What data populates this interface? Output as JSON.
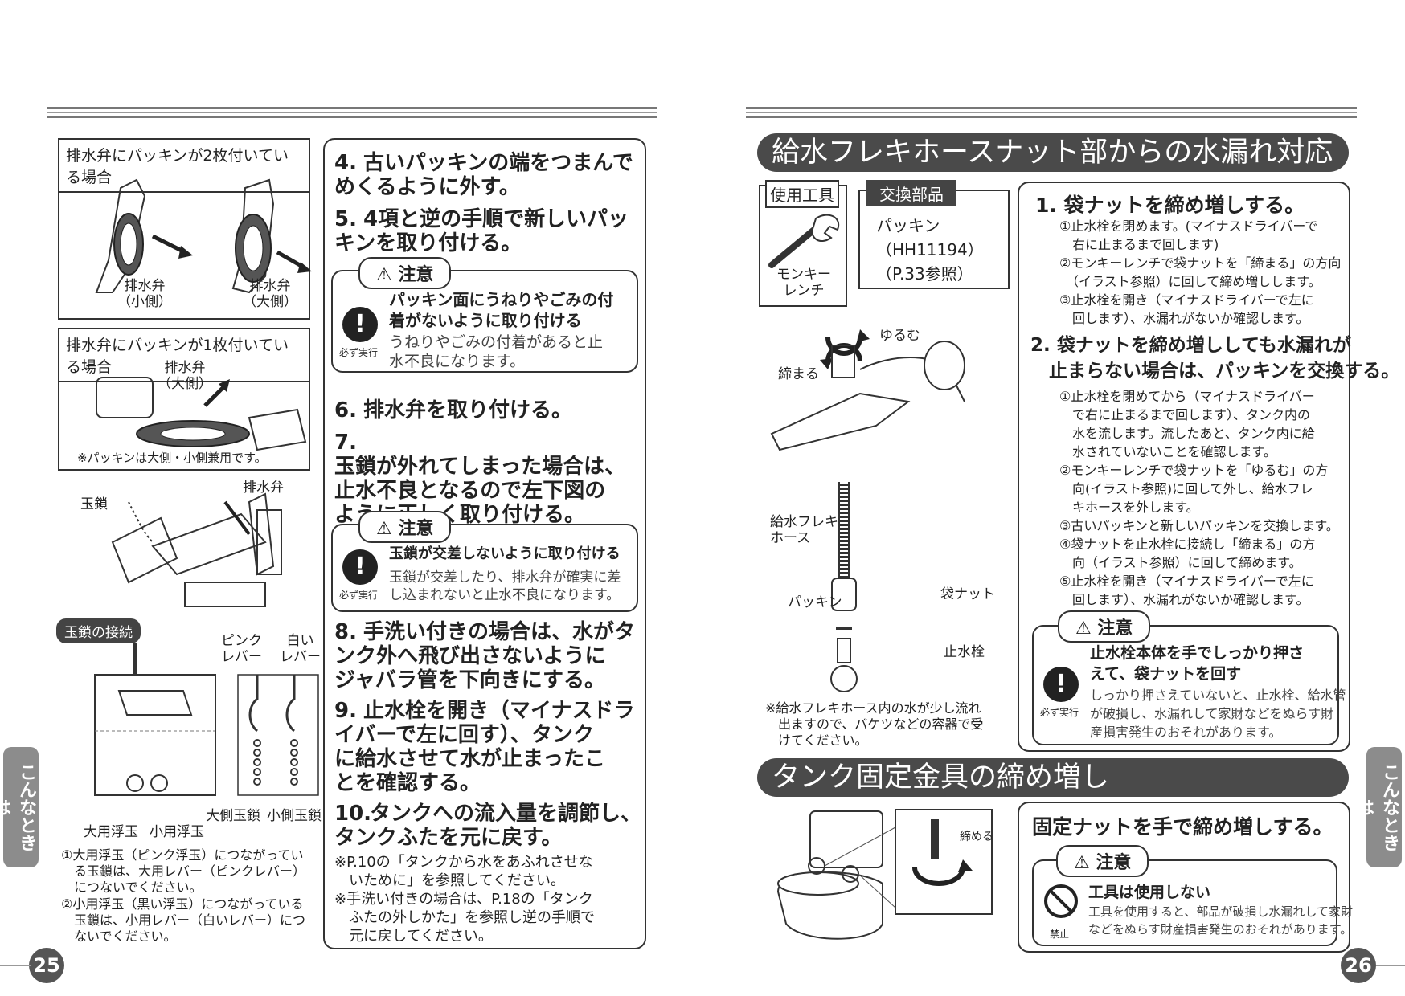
{
  "left": {
    "box1_title": "排水弁にパッキンが2枚付いている場合",
    "box1_label_small": "排水弁\n（小側）",
    "box1_label_large": "排水弁\n（大側）",
    "box2_title": "排水弁にパッキンが1枚付いている場合",
    "box2_label": "排水弁\n（大側）",
    "box2_note": "※パッキンは大側・小側兼用です。",
    "chain_label": "玉鎖",
    "valve_label": "排水弁",
    "connection_tag": "玉鎖の接続",
    "pink_lever": "ピンク\nレバー",
    "white_lever": "白い\nレバー",
    "large_chain": "大側玉鎖",
    "small_chain": "小側玉鎖",
    "large_float": "大用浮玉",
    "small_float": "小用浮玉",
    "note1": "①大用浮玉（ピンク浮玉）につながってい\n　る玉鎖は、大用レバー（ピンクレバー）\n　につないでください。",
    "note2": "②小用浮玉（黒い浮玉）につながっている\n　玉鎖は、小用レバー（白いレバー）につ\n　ないでください。",
    "page_number": "25",
    "side_tab": "こんなときは",
    "step4": {
      "num": "4.",
      "text": "古いパッキンの端をつまんで\nめくるように外す。"
    },
    "step5": {
      "num": "5.",
      "text": "4項と逆の手順で新しいパッ\nキンを取り付ける。"
    },
    "caution1": {
      "tab": "⚠ 注意",
      "bold": "パッキン面にうねりやごみの付\n着がないように取り付ける",
      "body": "うねりやごみの付着があると止\n水不良になります。",
      "mark_label": "必ず実行"
    },
    "step6": {
      "num": "6.",
      "text": "排水弁を取り付ける。"
    },
    "step7": {
      "num": "7.",
      "text": "玉鎖が外れてしまった場合は、\n止水不良となるので左下図の\nように正しく取り付ける。"
    },
    "caution2": {
      "tab": "⚠ 注意",
      "bold": "玉鎖が交差しないように取り付ける",
      "body": "玉鎖が交差したり、排水弁が確実に差\nし込まれないと止水不良になります。",
      "mark_label": "必ず実行"
    },
    "step8": {
      "num": "8.",
      "text": "手洗い付きの場合は、水がタ\nンク外へ飛び出さないように\nジャバラ管を下向きにする。"
    },
    "step9": {
      "num": "9.",
      "text": "止水栓を開き（マイナスドラ\nイバーで左に回す）、タンク\nに給水させて水が止まったこ\nとを確認する。"
    },
    "step10": {
      "num": "10.",
      "text": "タンクへの流入量を調節し、\nタンクふたを元に戻す。"
    },
    "ref1": "※P.10の「タンクから水をあふれさせな\n　いために」を参照してください。",
    "ref2": "※手洗い付きの場合は、P.18の「タンク\n　ふたの外しかた」を参照し逆の手順で\n　元に戻してください。"
  },
  "right": {
    "title1": "給水フレキホースナット部からの水漏れ対応",
    "tool_tab": "使用工具",
    "tool_name": "モンキー\nレンチ",
    "parts_tab": "交換部品",
    "parts_text": "パッキン\n（HH11194）\n（P.33参照）",
    "loosen": "ゆるむ",
    "tighten": "締まる",
    "hose_label": "給水フレキ\nホース",
    "packing_label": "パッキン",
    "nut_label": "袋ナット",
    "stopcock_label": "止水栓",
    "hose_note": "※給水フレキホース内の水が少し流れ\n　出ますので、バケツなどの容器で受\n　けてください。",
    "s1_title": "1. 袋ナットを締め増しする。",
    "s1_items": [
      "①止水栓を閉めます。(マイナスドライバーで\n　右に止まるまで回します)",
      "②モンキーレンチで袋ナットを「締まる」の方向\n　（イラスト参照）に回して締め増しします。",
      "③止水栓を開き（マイナスドライバーで左に\n　回します）、水漏れがないか確認します。"
    ],
    "s2_title": "2. 袋ナットを締め増ししても水漏れが\n　止まらない場合は、パッキンを交換する。",
    "s2_items": [
      "①止水栓を閉めてから（マイナスドライバー\n　で右に止まるまで回します）、タンク内の\n　水を流します。流したあと、タンク内に給\n　水されていないことを確認します。",
      "②モンキーレンチで袋ナットを「ゆるむ」の方\n　向(イラスト参照)に回して外し、給水フレ\n　キホースを外します。",
      "③古いパッキンと新しいパッキンを交換します。",
      "④袋ナットを止水栓に接続し「締まる」の方\n　向（イラスト参照）に回して締めます。",
      "⑤止水栓を開き（マイナスドライバーで左に\n　回します）、水漏れがないか確認します。"
    ],
    "caution3": {
      "tab": "⚠ 注意",
      "bold": "止水栓本体を手でしっかり押さ\nえて、袋ナットを回す",
      "body": "しっかり押さえていないと、止水栓、給水管\nが破損し、水漏れして家財などをぬらす財\n産損害発生のおそれがあります。",
      "mark_label": "必ず実行"
    },
    "title2": "タンク固定金具の締め増し",
    "tighten2": "締める",
    "s3_title": "固定ナットを手で締め増しする。",
    "caution4": {
      "tab": "⚠ 注意",
      "bold": "工具は使用しない",
      "body": "工具を使用すると、部品が破損し水漏れして家財\nなどをぬらす財産損害発生のおそれがあります。",
      "mark_label": "禁止"
    },
    "page_number": "26",
    "side_tab": "こんなときは"
  }
}
